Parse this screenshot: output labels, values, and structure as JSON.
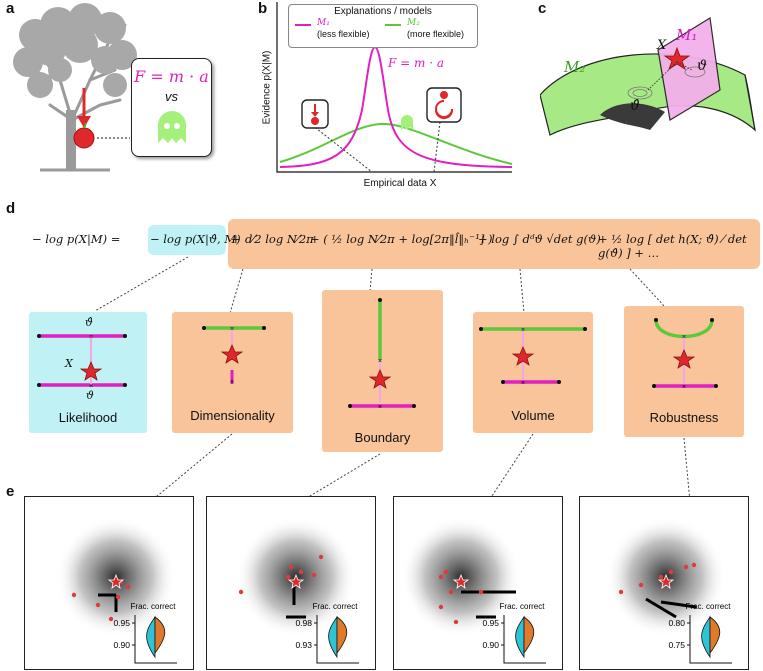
{
  "panel_labels": [
    "a",
    "b",
    "c",
    "d",
    "e"
  ],
  "panel_a": {
    "equation": "F = m · a",
    "vs": "vs"
  },
  "panel_b": {
    "legend_title": "Explanations / models",
    "legend_m1": "M₁",
    "legend_m1_note": "(less flexible)",
    "legend_m2": "M₂",
    "legend_m2_note": "(more flexible)",
    "curve_label": "F = m · a",
    "ylabel": "Evidence p(X|M)",
    "xlabel": "Empirical data X",
    "colors": {
      "m1": "#e020c0",
      "m2": "#5cc83a"
    }
  },
  "panel_c": {
    "m1_label": "M₁",
    "m2_label": "M₂",
    "x_label": "X",
    "theta_hat_label": "ϑ̂",
    "theta_label": "ϑ"
  },
  "panel_d": {
    "eq_lhs": "− log p(X|M) =",
    "eq_term1": "− log p(X|ϑ̂, M)",
    "eq_plus": "+",
    "eq_term_dim": "d⁄2 log N⁄2π",
    "eq_term_bound": "+ ( ½ log N⁄2π + log[2π‖l̂‖ₕ⁻¹] )",
    "eq_term_vol": "+ log ∫ dᵈϑ √det g(ϑ)",
    "eq_term_rob": "+ ½ log [ det h(X; ϑ̂) ⁄ det g(ϑ̂) ] + …",
    "boxes": [
      {
        "label": "Likelihood",
        "top_sym": "ϑ̂",
        "bottom_sym": "ϑ",
        "x_sym": "X"
      },
      {
        "label": "Dimensionality"
      },
      {
        "label": "Boundary"
      },
      {
        "label": "Volume"
      },
      {
        "label": "Robustness"
      }
    ]
  },
  "panel_e": {
    "insets": [
      {
        "title": "Frac. correct",
        "ticks": [
          "0.95",
          "0.90"
        ]
      },
      {
        "title": "Frac. correct",
        "ticks": [
          "0.98",
          "0.93"
        ]
      },
      {
        "title": "Frac. correct",
        "ticks": [
          "0.95",
          "0.90"
        ]
      },
      {
        "title": "Frac. correct",
        "ticks": [
          "0.80",
          "0.75"
        ]
      }
    ],
    "colors": {
      "violin_left": "#2ec4d6",
      "violin_right": "#e07a2a",
      "points": "#e23a3a"
    }
  }
}
